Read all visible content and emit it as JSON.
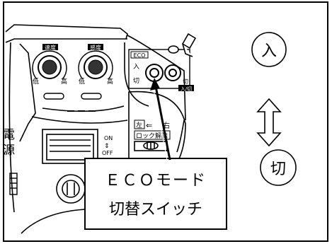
{
  "knobs": {
    "left_label": "速度",
    "right_label": "感度",
    "low": "低",
    "high": "高"
  },
  "eco_panel": {
    "label": "ECO",
    "on": "入",
    "off": "切",
    "right_label": "入/切"
  },
  "power": {
    "label_1": "電",
    "label_2": "源",
    "on": "ON",
    "off": "OFF"
  },
  "lock": {
    "left_arrow_label": "左",
    "right_label": "右",
    "release_label": "ロック解除"
  },
  "callout": {
    "line1": "ＥＣＯモード",
    "line2": "切替スイッチ"
  },
  "legend": {
    "on": "入",
    "off": "切"
  }
}
